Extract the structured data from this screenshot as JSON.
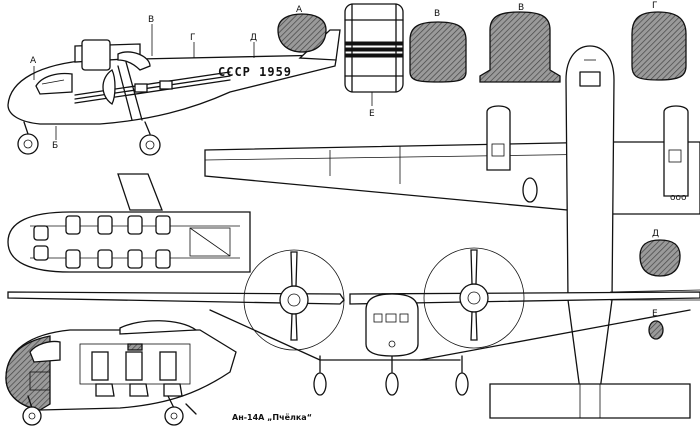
{
  "title": "Ан-14А „Пчёлка“",
  "registration": "СССР 1959",
  "section_labels": {
    "a": "А",
    "b": "Б",
    "v": "В",
    "g": "Г",
    "d": "Д",
    "e": "Е"
  }
}
